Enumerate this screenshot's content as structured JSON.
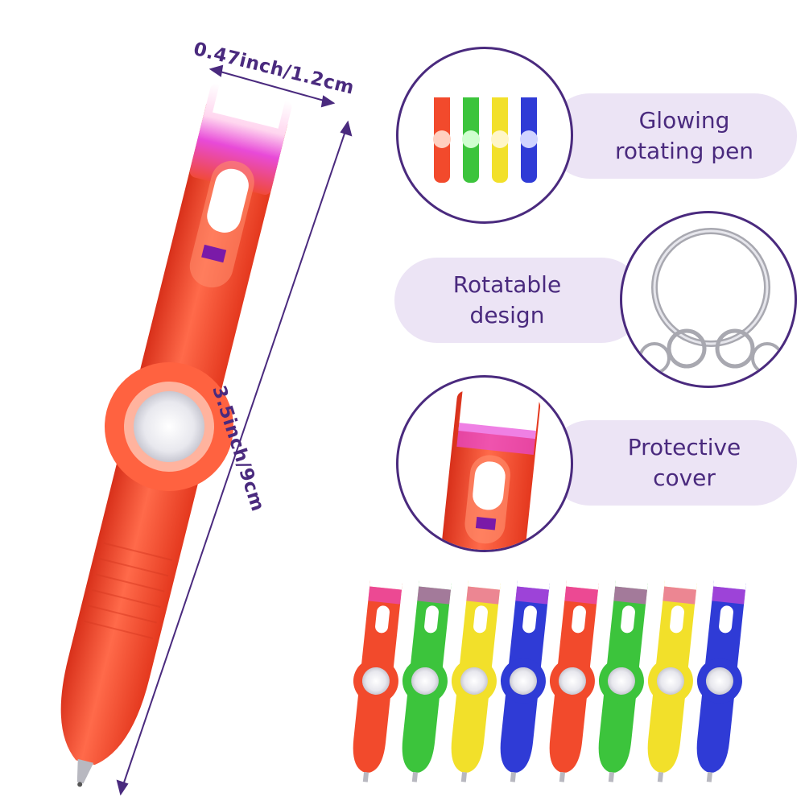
{
  "dimensions": {
    "width_label": "0.47inch/1.2cm",
    "length_label": "3.5inch/9cm"
  },
  "features": [
    {
      "line1": "Glowing",
      "line2": "rotating pen",
      "icon": "pen-set-icon"
    },
    {
      "line1": "Rotatable",
      "line2": "design",
      "icon": "keyring-icon"
    },
    {
      "line1": "Protective",
      "line2": "cover",
      "icon": "pen-cap-closeup-icon"
    }
  ],
  "colors": {
    "accent": "#4a2a7e",
    "pill_bg": "#ece4f5",
    "pen_red": "#f24a2c",
    "pen_green": "#3cc43c",
    "pen_yellow": "#f2e02a",
    "pen_blue": "#2f3bd6"
  },
  "pen_row_colors": [
    "red",
    "green",
    "yellow",
    "blue",
    "red",
    "green",
    "yellow",
    "blue"
  ]
}
